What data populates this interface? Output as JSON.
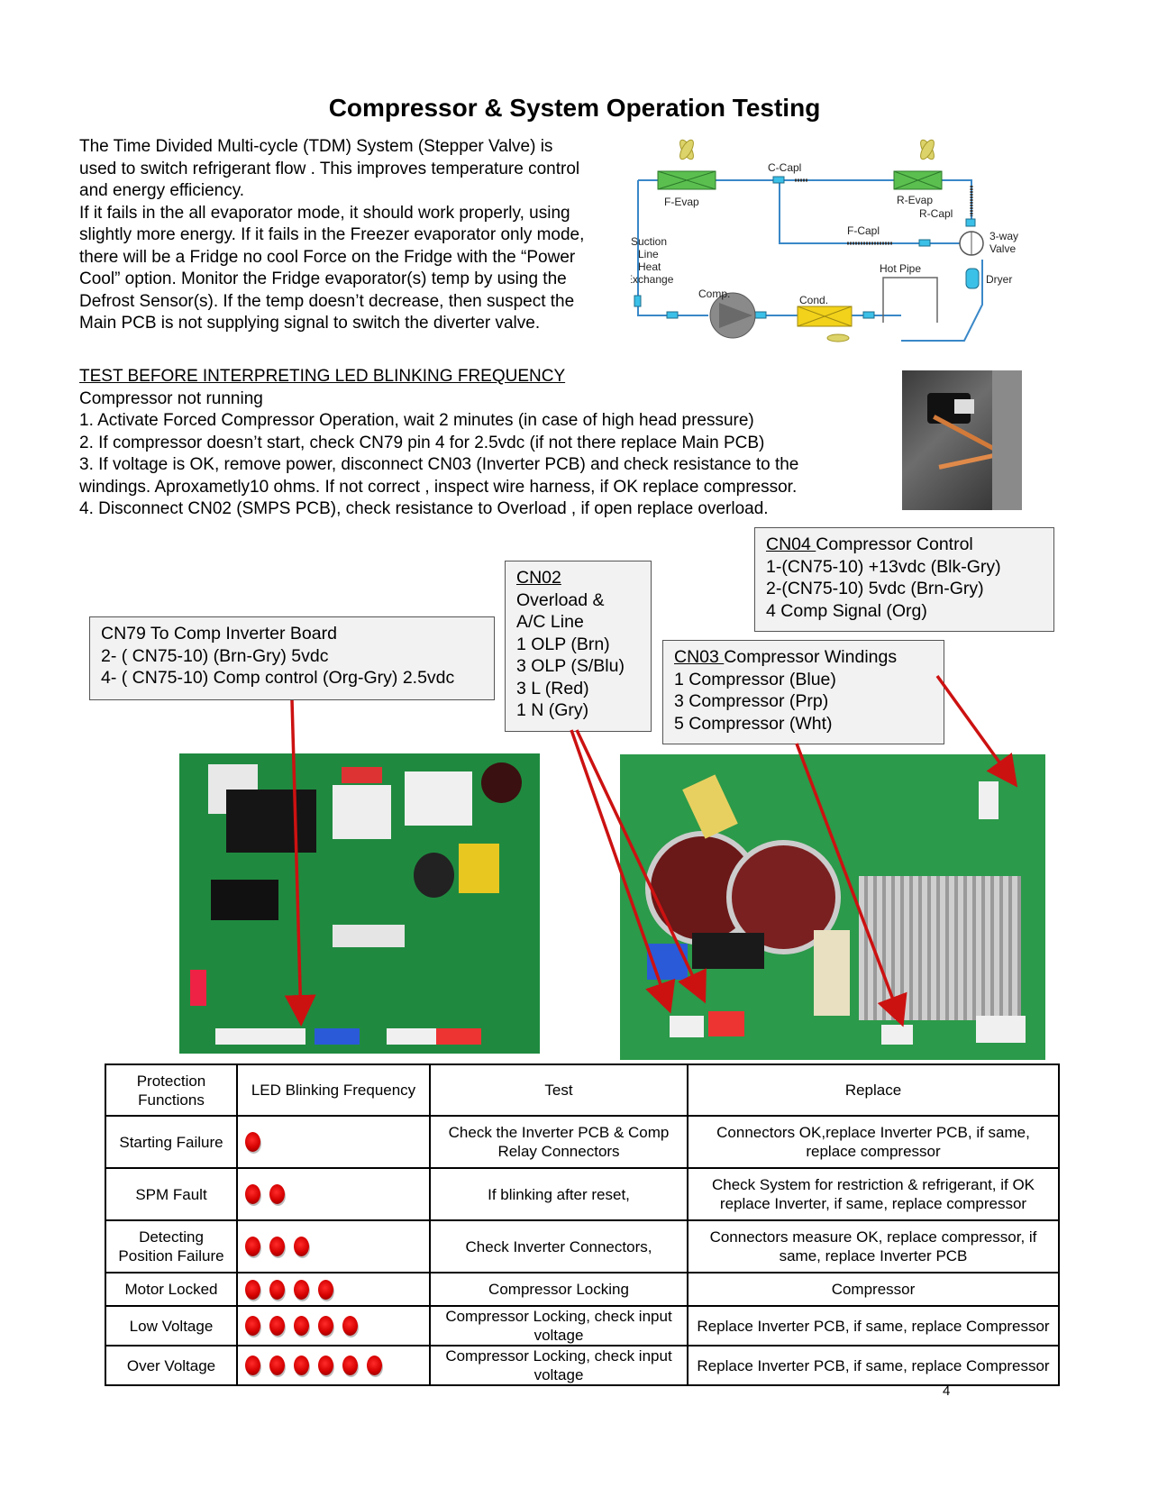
{
  "title": "Compressor  & System Operation Testing",
  "intro": [
    "The Time Divided Multi-cycle (TDM) System  (Stepper Valve) is",
    "used to switch refrigerant flow . This improves temperature control",
    "and energy efficiency.",
    "If it fails in the all evaporator mode, it should work properly, using",
    "slightly more energy. If it fails in the Freezer evaporator only mode,",
    "there will be a Fridge no cool  Force on the Fridge with the “Power",
    "Cool” option. Monitor the Fridge evaporator(s) temp by  using the",
    "Defrost Sensor(s). If  the temp doesn’t decrease, then suspect the",
    "Main PCB is not supplying signal to switch the diverter valve."
  ],
  "diagram": {
    "f_evap": "F-Evap",
    "r_evap": "R-Evap",
    "c_capl": "C-Capl",
    "r_capl": "R-Capl",
    "f_capl": "F-Capl",
    "valve": [
      "3-way",
      "Valve"
    ],
    "suction": [
      "Suction",
      "Line",
      "Heat",
      "Exchange"
    ],
    "hot_pipe": "Hot Pipe",
    "dryer": "Dryer",
    "comp": "Comp.",
    "cond": "Cond."
  },
  "test": {
    "heading": "TEST BEFORE INTERPRETING LED  BLINKING FREQUENCY",
    "subheading": "Compressor not running",
    "steps": [
      "1. Activate Forced Compressor  Operation, wait 2 minutes (in case of high head pressure)",
      "2. If compressor doesn’t start, check CN79 pin 4 for 2.5vdc (if not there replace Main PCB)",
      "3. If  voltage is OK, remove power, disconnect CN03 (Inverter PCB) and check resistance to the",
      "windings. Aproxametly10 ohms. If not correct , inspect wire harness, if OK replace compressor.",
      "4. Disconnect CN02 (SMPS PCB), check resistance to  Overload , if open replace overload."
    ]
  },
  "callouts": {
    "cn79": [
      "CN79 To Comp Inverter Board",
      "2- ( CN75-10) (Brn-Gry) 5vdc",
      "4- ( CN75-10) Comp control (Org-Gry) 2.5vdc"
    ],
    "cn02": {
      "id": "CN02",
      "lines": [
        "Overload &",
        "A/C Line",
        "1 OLP (Brn)",
        "3 OLP (S/Blu)",
        "3 L (Red)",
        "1 N (Gry)"
      ]
    },
    "cn04": {
      "id": "CN04 ",
      "rest": "Compressor Control",
      "lines": [
        "1-(CN75-10) +13vdc (Blk-Gry)",
        "2-(CN75-10) 5vdc (Brn-Gry)",
        "4 Comp Signal (Org)"
      ]
    },
    "cn03": {
      "id": "CN03 ",
      "rest": "Compressor Windings",
      "lines": [
        "1 Compressor (Blue)",
        "3 Compressor (Prp)",
        "5 Compressor (Wht)"
      ]
    }
  },
  "table": {
    "headers": [
      "Protection Functions",
      "LED Blinking Frequency",
      "Test",
      "Replace"
    ],
    "rows": [
      {
        "function": "Starting Failure",
        "blinks": 1,
        "test": "Check the Inverter PCB & Comp Relay Connectors",
        "replace": "Connectors OK,replace Inverter PCB, if same, replace compressor"
      },
      {
        "function": "SPM Fault",
        "blinks": 2,
        "test": "If blinking after reset,",
        "replace": "Check System for restriction & refrigerant, if OK replace Inverter, if same, replace compressor"
      },
      {
        "function": "Detecting Position Failure",
        "blinks": 3,
        "test": "Check Inverter Connectors,",
        "replace": "Connectors measure OK, replace compressor, if same, replace Inverter PCB"
      },
      {
        "function": "Motor Locked",
        "blinks": 4,
        "test": "Compressor Locking",
        "replace": "Compressor"
      },
      {
        "function": "Low Voltage",
        "blinks": 5,
        "test": "Compressor Locking, check input voltage",
        "replace": "Replace Inverter PCB, if same, replace Compressor"
      },
      {
        "function": "Over Voltage",
        "blinks": 6,
        "test": "Compressor Locking, check input voltage",
        "replace": "Replace Inverter PCB, if same, replace Compressor"
      }
    ]
  },
  "page_number": "4",
  "colors": {
    "arrow": "#cc1111",
    "pcb_green": "#1f8a3f",
    "led_red": "#d40000"
  }
}
